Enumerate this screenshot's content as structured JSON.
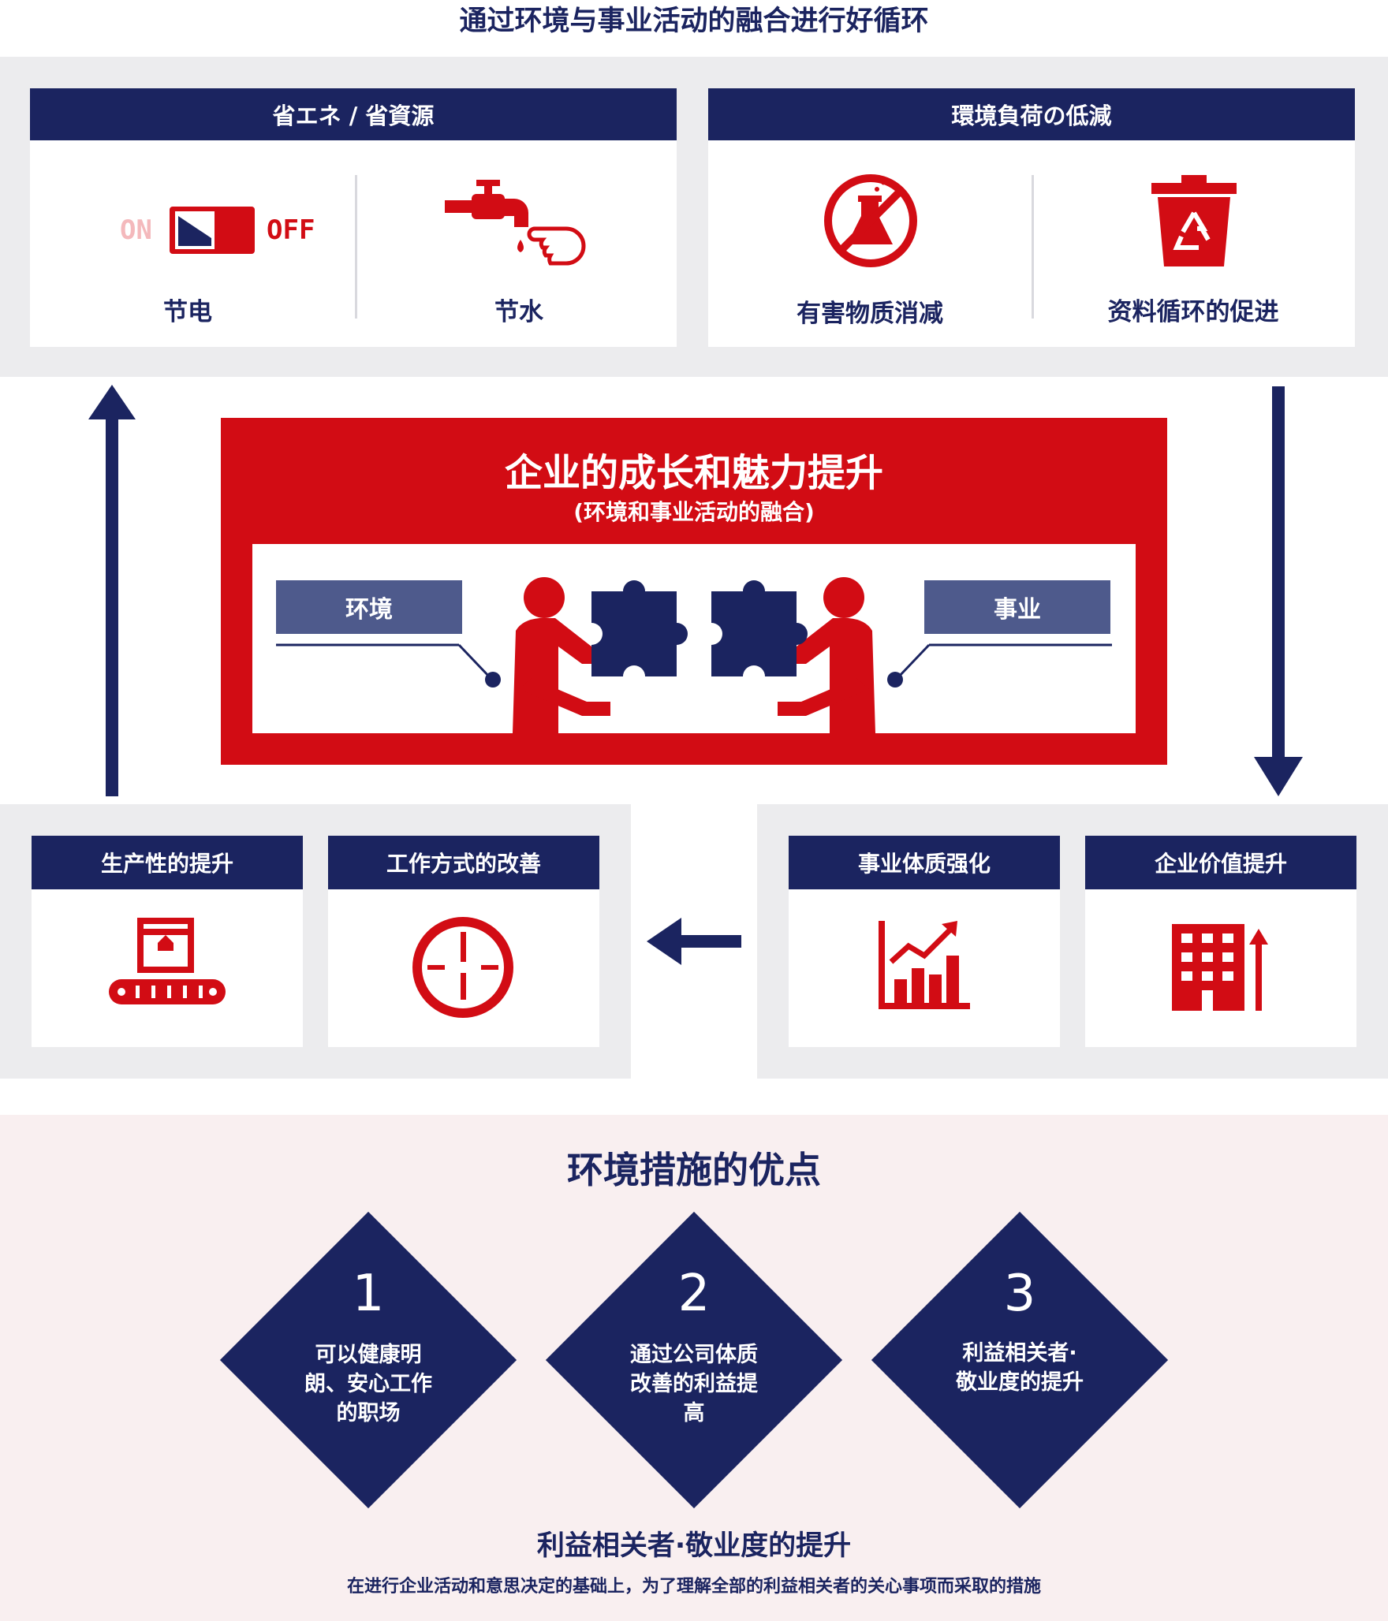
{
  "header": {
    "title": "通过环境与事业活动的融合进行好循环"
  },
  "top_left": {
    "title": "省エネ / 省資源",
    "items": [
      {
        "label": "节电",
        "icon": "switch-on-off-icon",
        "on_text": "ON",
        "off_text": "OFF"
      },
      {
        "label": "节水",
        "icon": "faucet-hand-icon"
      }
    ]
  },
  "top_right": {
    "title": "環境負荷の低減",
    "items": [
      {
        "label": "有害物质消减",
        "icon": "no-chemicals-icon"
      },
      {
        "label": "资料循环的促进",
        "icon": "recycle-bin-icon"
      }
    ]
  },
  "center": {
    "title": "企业的成长和魅力提升",
    "subtitle": "(环境和事业活动的融合)",
    "left_tag": "环境",
    "right_tag": "事业"
  },
  "bottom_left": [
    {
      "title": "生产性的提升",
      "icon": "conveyor-box-icon"
    },
    {
      "title": "工作方式的改善",
      "icon": "clock-icon"
    }
  ],
  "bottom_right": [
    {
      "title": "事业体质强化",
      "icon": "growth-chart-icon"
    },
    {
      "title": "企业价值提升",
      "icon": "building-up-icon"
    }
  ],
  "merits": {
    "title": "环境措施的优点",
    "items": [
      {
        "num": "1",
        "text": "可以健康明\n朗、安心工作\n的职场"
      },
      {
        "num": "2",
        "text": "通过公司体质\n改善的利益提\n高"
      },
      {
        "num": "3",
        "text": "利益相关者·\n敬业度的提升"
      }
    ],
    "footer_title": "利益相关者·敬业度的提升",
    "footer_desc": "在进行企业活动和意思决定的基础上，为了理解全部的利益相关者的关心事项而采取的措施"
  },
  "colors": {
    "navy": "#1b2460",
    "red": "#d20c14",
    "grey": "#ececee",
    "pink": "#f9eff0",
    "tag": "#4e5a8c"
  }
}
